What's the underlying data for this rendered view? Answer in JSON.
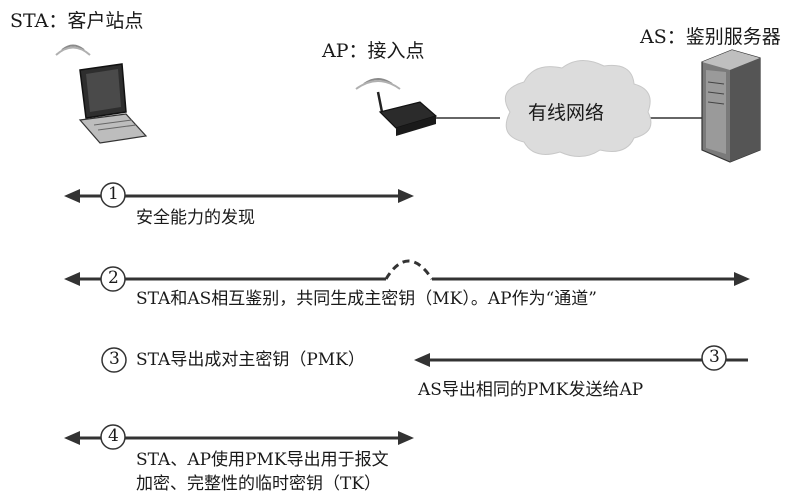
{
  "entities": {
    "sta": {
      "label": "STA：客户站点"
    },
    "ap": {
      "label": "AP：接入点"
    },
    "as": {
      "label": "AS：鉴别服务器"
    },
    "network": {
      "label": "有线网络"
    }
  },
  "steps": [
    {
      "number": "1",
      "text": "安全能力的发现"
    },
    {
      "number": "2",
      "text": "STA和AS相互鉴别，共同生成主密钥（MK）。AP作为“通道”"
    },
    {
      "number": "3",
      "sta_text": "STA导出成对主密钥（PMK）",
      "as_text": "AS导出相同的PMK发送给AP"
    },
    {
      "number": "4",
      "text_line1": "STA、AP使用PMK导出用于报文",
      "text_line2": "加密、完整性的临时密钥（TK）"
    }
  ]
}
